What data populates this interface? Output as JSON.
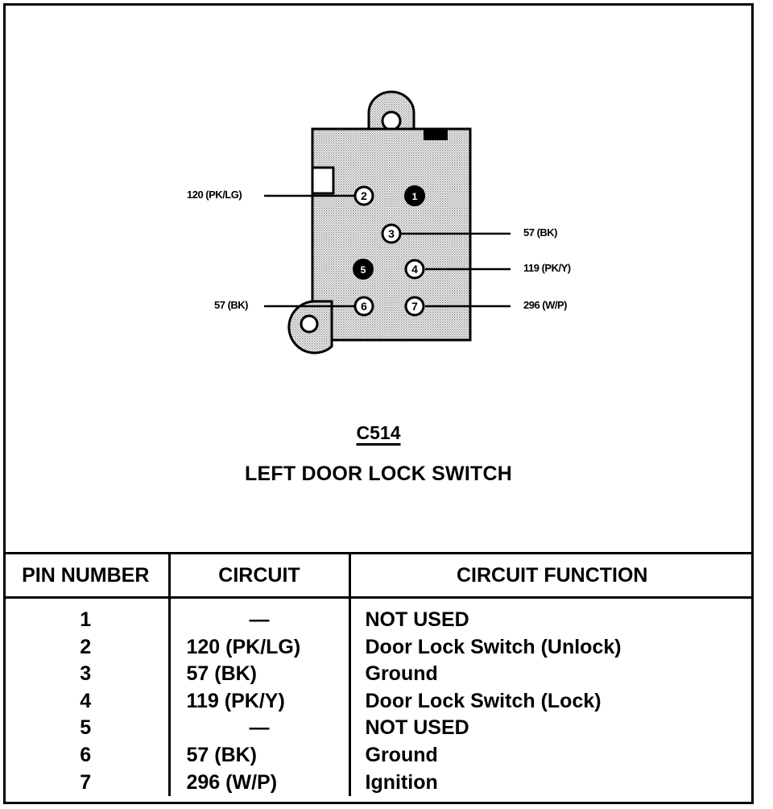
{
  "connector": {
    "id": "C514",
    "name": "LEFT DOOR LOCK SWITCH"
  },
  "callouts": {
    "left_pin2": "120 (PK/LG)",
    "right_pin3": "57 (BK)",
    "right_pin4": "119 (PK/Y)",
    "left_pin6": "57 (BK)",
    "right_pin7": "296 (W/P)"
  },
  "pin_labels": [
    "1",
    "2",
    "3",
    "4",
    "5",
    "6",
    "7"
  ],
  "table": {
    "headers": [
      "PIN NUMBER",
      "CIRCUIT",
      "CIRCUIT FUNCTION"
    ],
    "rows": [
      {
        "pin": "1",
        "circuit": "—",
        "function": "NOT USED"
      },
      {
        "pin": "2",
        "circuit": "120 (PK/LG)",
        "function": "Door Lock Switch (Unlock)"
      },
      {
        "pin": "3",
        "circuit": "57 (BK)",
        "function": "Ground"
      },
      {
        "pin": "4",
        "circuit": "119 (PK/Y)",
        "function": "Door Lock Switch (Lock)"
      },
      {
        "pin": "5",
        "circuit": "—",
        "function": "NOT USED"
      },
      {
        "pin": "6",
        "circuit": "57 (BK)",
        "function": "Ground"
      },
      {
        "pin": "7",
        "circuit": "296 (W/P)",
        "function": "Ignition"
      }
    ]
  }
}
